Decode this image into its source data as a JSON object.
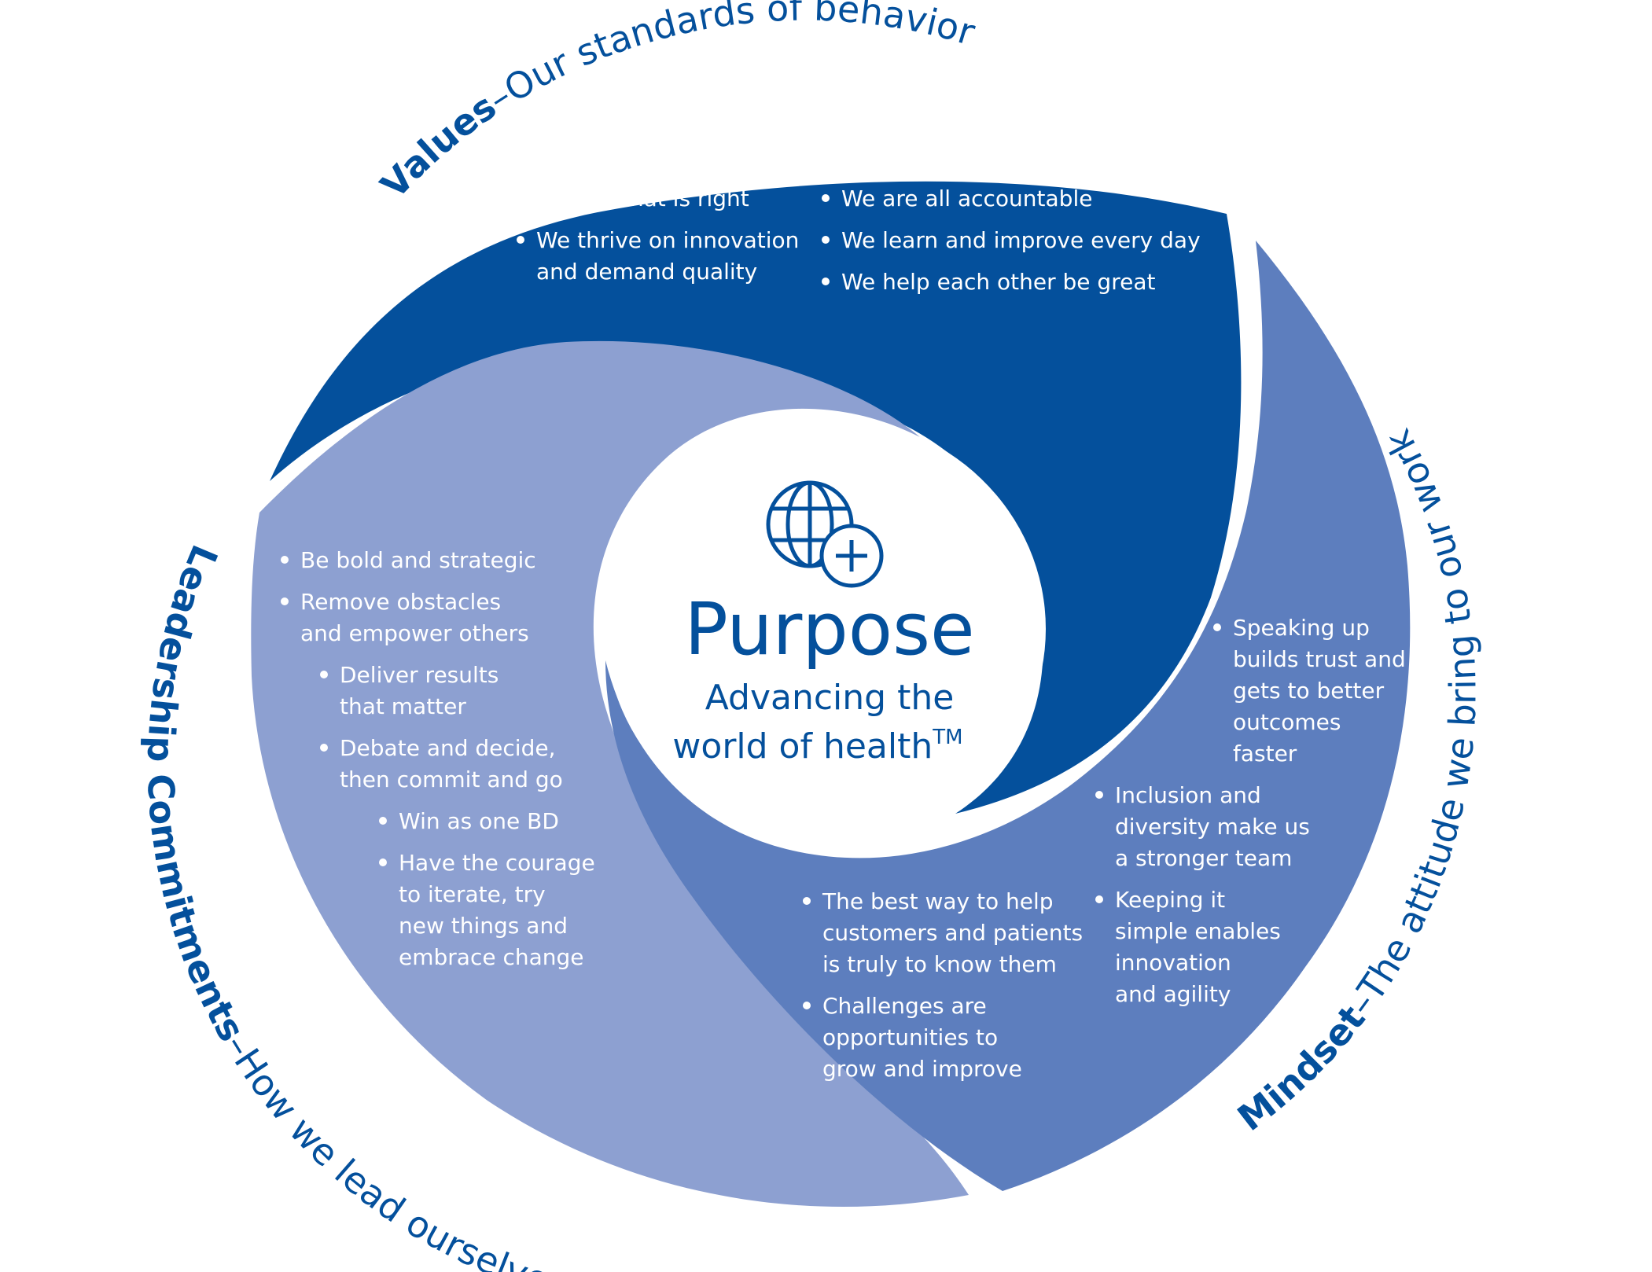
{
  "diagram": {
    "colors": {
      "values": "#04509c",
      "leadership": "#8da0d1",
      "mindset": "#5d7ebe",
      "text_accent": "#04509c",
      "bullet_text": "#ffffff"
    },
    "center": {
      "icon": "globe-plus-icon",
      "title": "Purpose",
      "subtitle_line1": "Advancing the",
      "subtitle_line2": "world of health",
      "trademark": "TM"
    },
    "values": {
      "title_bold": "Values",
      "title_rest": "–Our standards of behavior",
      "bullets_col1": [
        {
          "lines": [
            "We do what is right"
          ]
        },
        {
          "lines": [
            "We thrive on innovation",
            "and demand quality"
          ]
        }
      ],
      "bullets_col2": [
        {
          "lines": [
            "We are all accountable"
          ]
        },
        {
          "lines": [
            "We learn and improve every day"
          ]
        },
        {
          "lines": [
            "We help each other be great"
          ]
        }
      ]
    },
    "leadership": {
      "title_bold": "Leadership Commitments",
      "title_rest": "–How we lead ourselves and our work",
      "bullets": [
        {
          "lines": [
            "Be bold and strategic"
          ]
        },
        {
          "lines": [
            "Remove obstacles",
            "and empower others"
          ]
        },
        {
          "lines": [
            "Deliver results",
            "that matter"
          ]
        },
        {
          "lines": [
            "Debate and decide,",
            "then commit and go"
          ]
        },
        {
          "lines": [
            "Win as one BD"
          ]
        },
        {
          "lines": [
            "Have the courage",
            "to iterate, try",
            "new things and",
            "embrace change"
          ]
        }
      ]
    },
    "mindset": {
      "title_bold": "Mindset",
      "title_rest": "–The attitude we bring to our work",
      "bullets_right": [
        {
          "lines": [
            "Speaking up",
            "builds trust and",
            "gets to better",
            "outcomes",
            "faster"
          ]
        },
        {
          "lines": [
            "Inclusion and",
            "diversity make us",
            "a stronger team"
          ]
        },
        {
          "lines": [
            "Keeping it",
            "simple enables",
            "innovation",
            "and agility"
          ]
        }
      ],
      "bullets_bottom": [
        {
          "lines": [
            "The best way to help",
            "customers and patients",
            "is truly to know them"
          ]
        },
        {
          "lines": [
            "Challenges are",
            "opportunities to",
            "grow and improve"
          ]
        }
      ]
    }
  }
}
